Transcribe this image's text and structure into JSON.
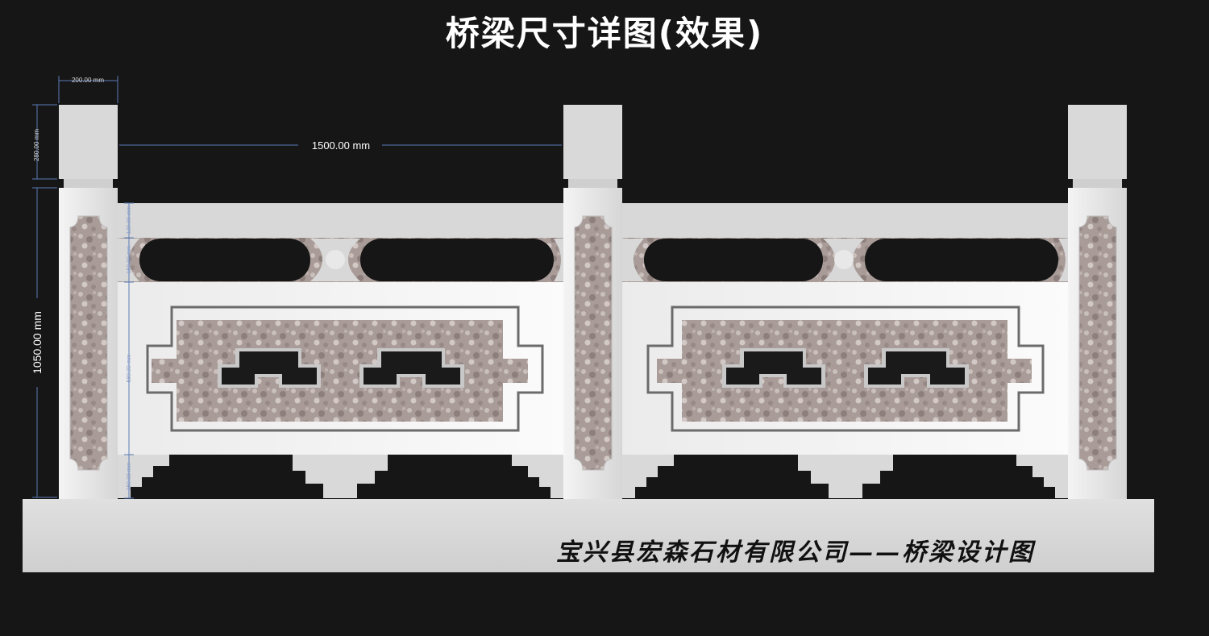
{
  "title": "桥梁尺寸详图(效果)",
  "dimensions": {
    "post_width": "200.00 mm",
    "post_cap_height": "280.00 mm",
    "span": "1500.00 mm",
    "total_height": "1050.00 mm",
    "rail_top": "120.00 mm",
    "band": "150.00 mm",
    "panel": "580.00 mm",
    "base_gap": "150.00 mm"
  },
  "footer": "宝兴县宏森石材有限公司——桥梁设计图",
  "colors": {
    "background": "#161616",
    "stone_light": "#e6e6e6",
    "granite": "#a89b97",
    "ground": "#d4d4d4",
    "dim_line": "#5b7bb5"
  }
}
